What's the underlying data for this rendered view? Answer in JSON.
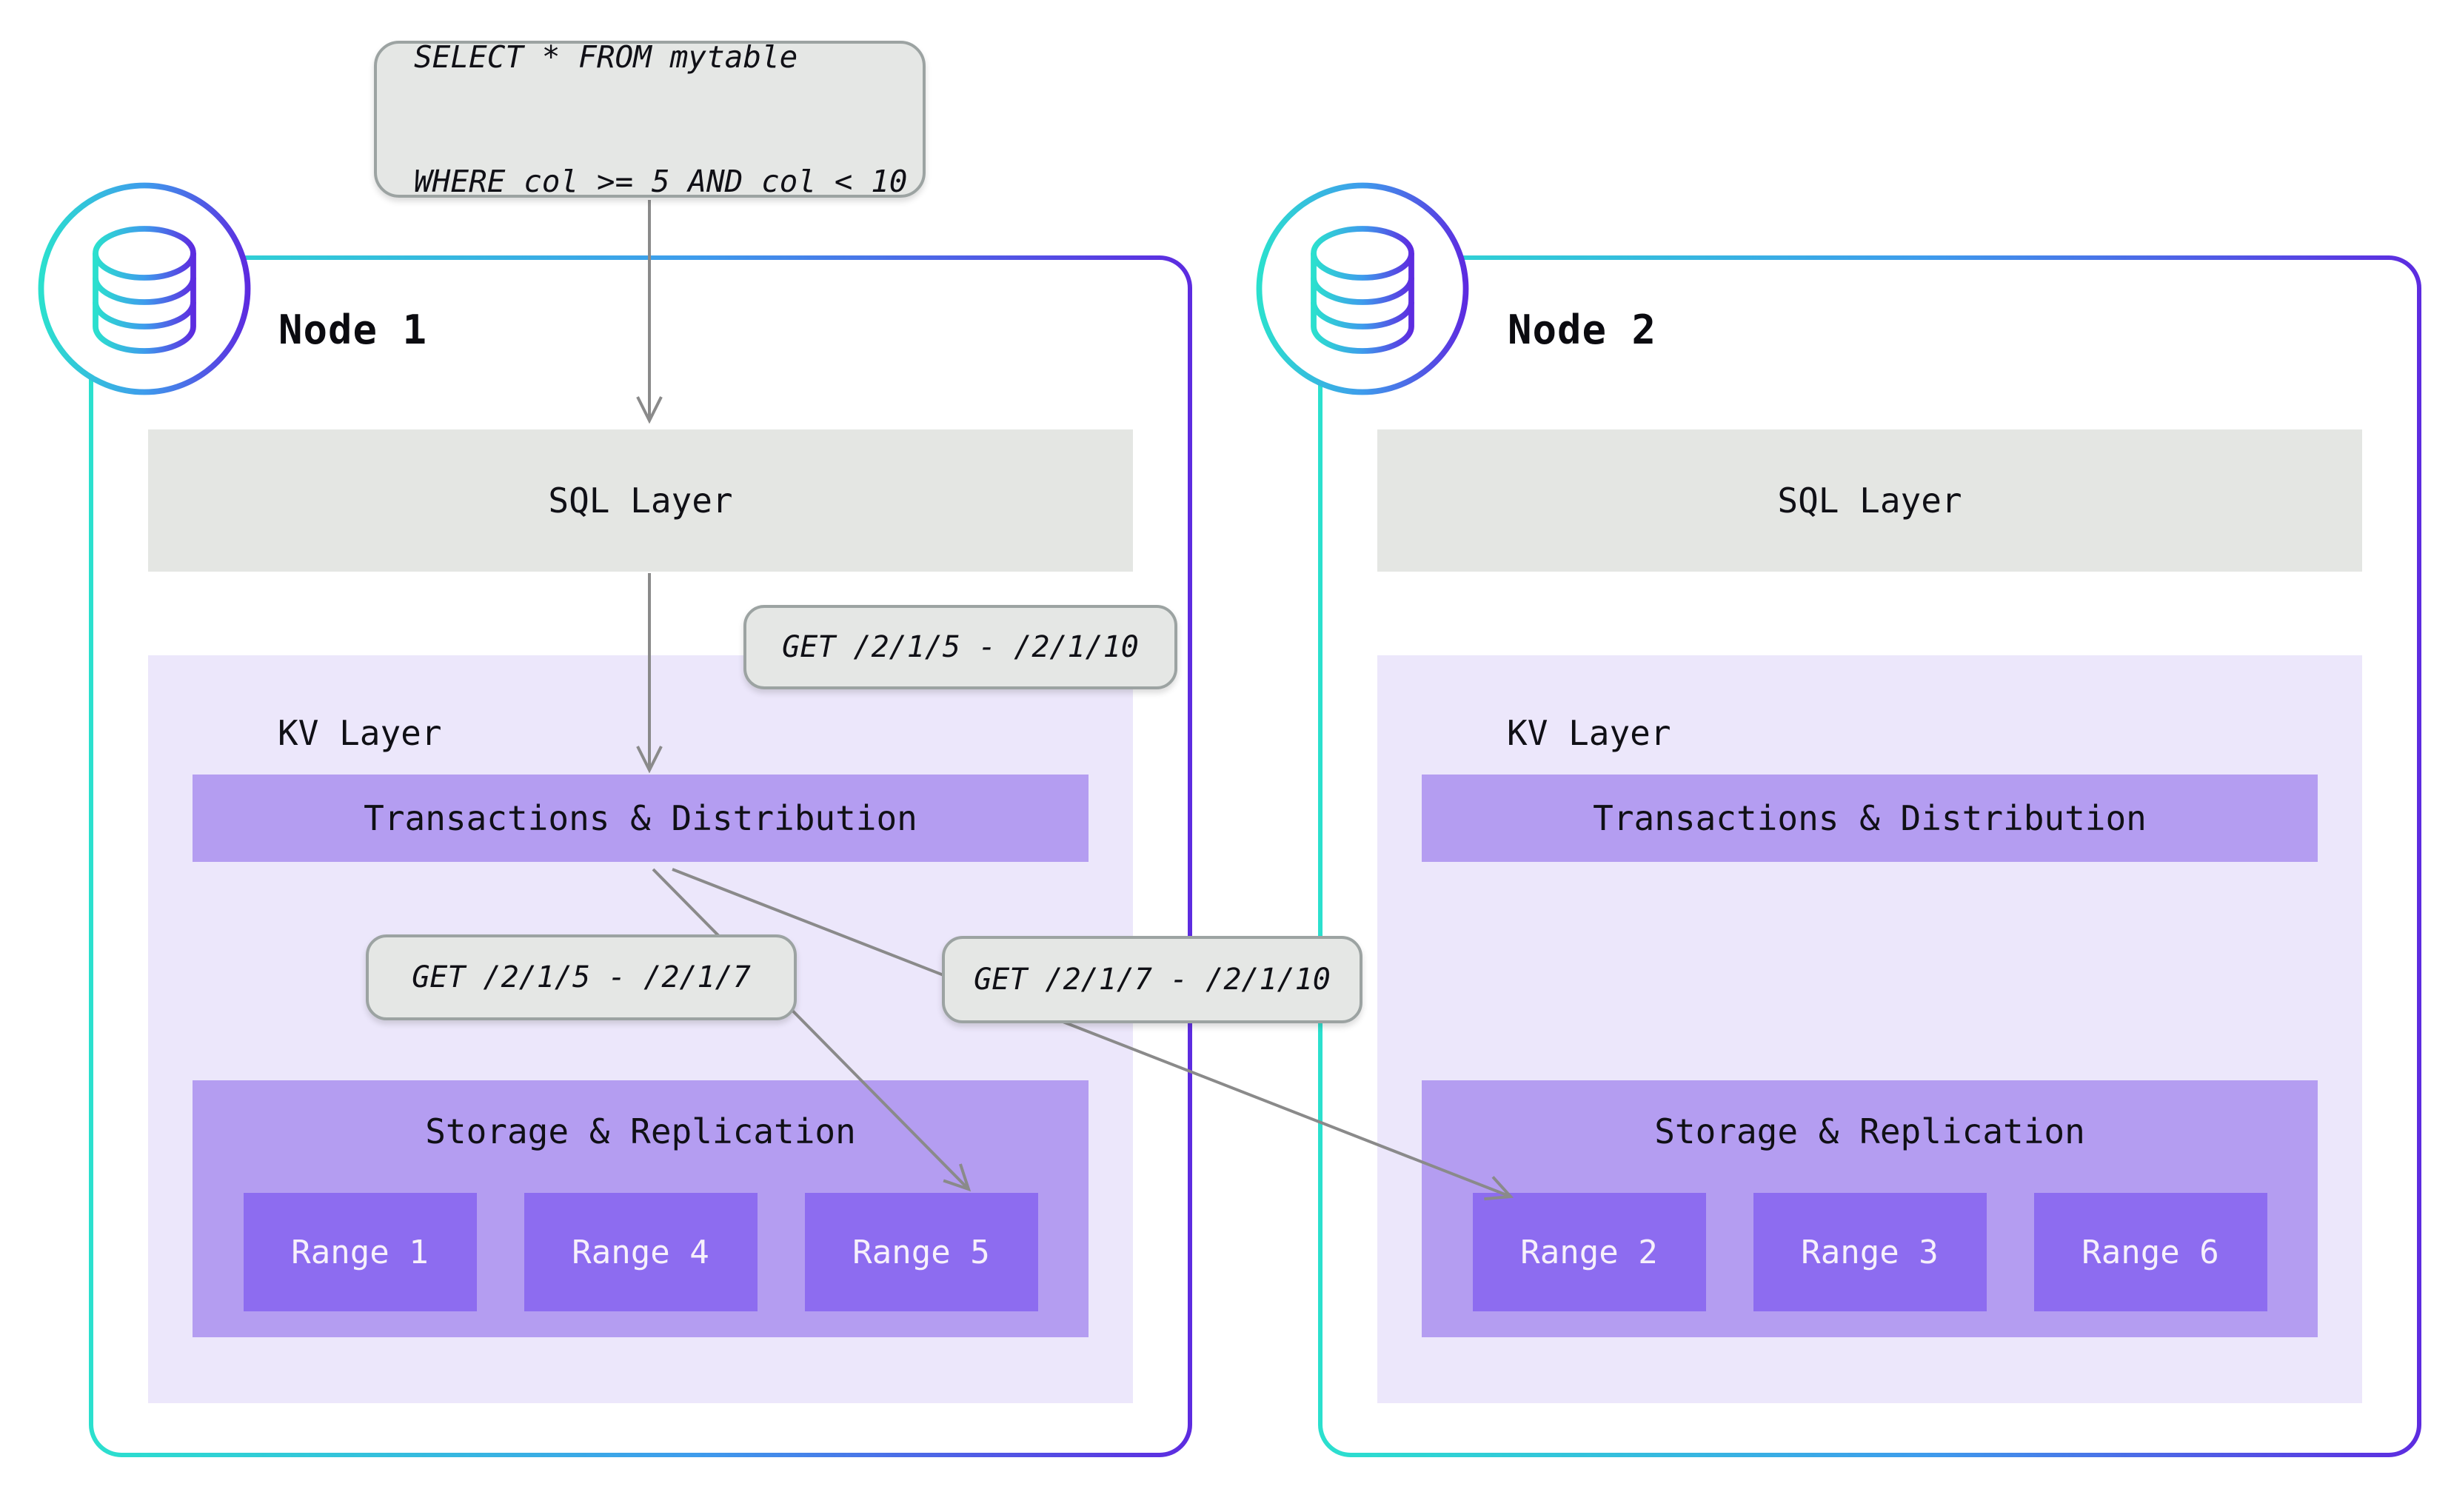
{
  "colors": {
    "node-border-start": "#2BE0CE",
    "node-border-mid": "#3E9CEC",
    "node-border-end": "#5D2BE0",
    "label-box-bg": "#E5E7E5",
    "label-box-border": "#9CA3A2",
    "sql-layer-bg": "#E4E6E3",
    "kv-layer-bg": "#ECE7FB",
    "purple-box-bg": "#B49DF1",
    "range-box-bg": "#8D6CF0",
    "arrow-color": "#8A8A8A",
    "text-dark": "#101016",
    "range-text": "#F7F0FB"
  },
  "query_label": {
    "line1": "SELECT * FROM mytable",
    "line2": "WHERE col >= 5 AND col < 10"
  },
  "request_labels": {
    "full_range": "GET /2/1/5 - /2/1/10",
    "left_split": "GET /2/1/5 - /2/1/7",
    "right_split": "GET /2/1/7 - /2/1/10"
  },
  "nodes": [
    {
      "title": "Node 1",
      "sql_layer_label": "SQL Layer",
      "kv_layer_label": "KV Layer",
      "transactions_label": "Transactions & Distribution",
      "storage_label": "Storage & Replication",
      "ranges": [
        "Range 1",
        "Range 4",
        "Range 5"
      ]
    },
    {
      "title": "Node 2",
      "sql_layer_label": "SQL Layer",
      "kv_layer_label": "KV Layer",
      "transactions_label": "Transactions & Distribution",
      "storage_label": "Storage & Replication",
      "ranges": [
        "Range 2",
        "Range 3",
        "Range 6"
      ]
    }
  ]
}
